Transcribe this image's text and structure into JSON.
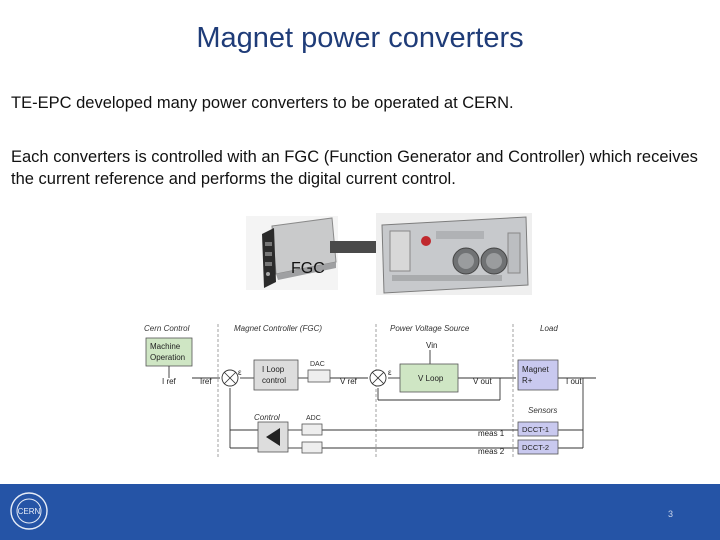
{
  "slide": {
    "title": "Magnet power converters",
    "paragraph1": "TE-EPC developed many power converters to be operated at CERN.",
    "paragraph2": "Each converters is controlled with an FGC (Function Generator and Controller) which receives the current reference and performs the digital current control.",
    "fgc_label": "FGC",
    "slide_number": "3"
  },
  "diagram": {
    "sections": {
      "cern_control": "Cern Control",
      "magnet_controller": "Magnet Controller (FGC)",
      "power_voltage_source": "Power Voltage Source",
      "load": "Load",
      "control": "Control",
      "sensors": "Sensors"
    },
    "blocks": {
      "machine_operation_1": "Machine",
      "machine_operation_2": "Operation",
      "i_loop_1": "I Loop",
      "i_loop_2": "control",
      "v_loop": "V Loop",
      "vin": "Vin",
      "magnet_1": "Magnet",
      "magnet_2": "R+",
      "dcct1": "DCCT-1",
      "dcct2": "DCCT-2",
      "dac": "DAC",
      "adc": "ADC"
    },
    "signals": {
      "i_ref": "I ref",
      "iref": "Iref",
      "v_ref": "V ref",
      "v_out": "V out",
      "i_out": "I out",
      "meas1": "meas 1",
      "meas2": "meas 2",
      "eps1": "ε",
      "eps2": "ε"
    }
  },
  "colors": {
    "title": "#1f3c78",
    "footer": "#2554a6",
    "block_green": "#cfe6c4",
    "block_blue": "#c9c9ef"
  }
}
